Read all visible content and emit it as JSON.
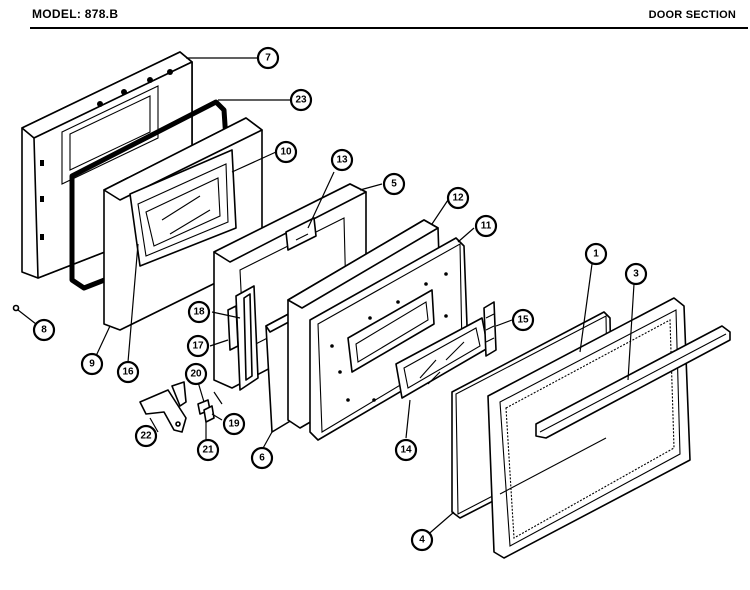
{
  "header": {
    "model": "MODEL: 878.B",
    "section": "DOOR SECTION"
  },
  "callouts": [
    "7",
    "23",
    "10",
    "13",
    "5",
    "12",
    "11",
    "1",
    "3",
    "15",
    "18",
    "17",
    "20",
    "22",
    "21",
    "19",
    "6",
    "14",
    "4",
    "8",
    "9",
    "16"
  ]
}
